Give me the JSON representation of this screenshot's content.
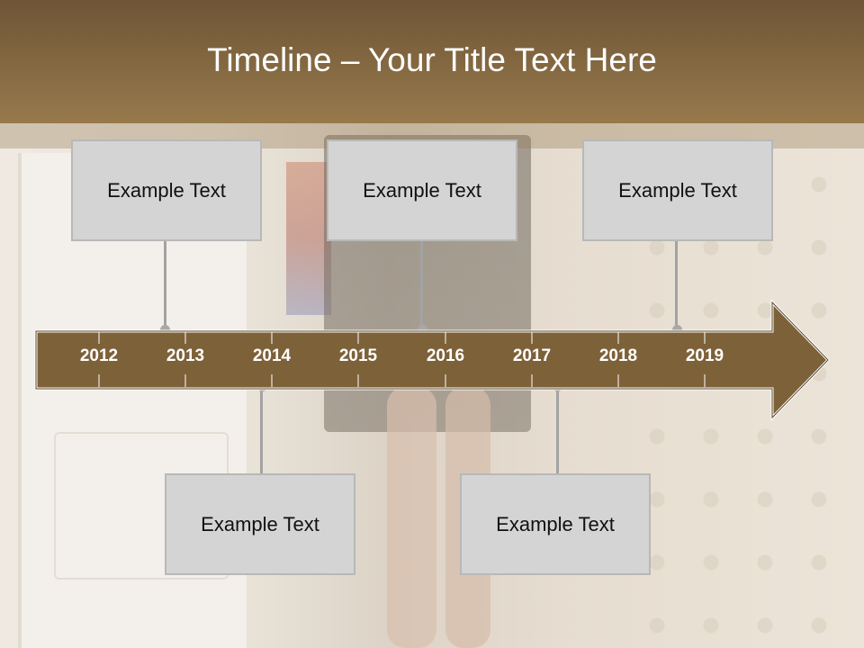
{
  "slide": {
    "title": "Timeline – Your Title Text Here"
  },
  "timeline": {
    "years": [
      "2012",
      "2013",
      "2014",
      "2015",
      "2016",
      "2017",
      "2018",
      "2019"
    ],
    "events_top": [
      {
        "label": "Example Text"
      },
      {
        "label": "Example Text"
      },
      {
        "label": "Example Text"
      }
    ],
    "events_bottom": [
      {
        "label": "Example Text"
      },
      {
        "label": "Example Text"
      }
    ]
  },
  "colors": {
    "header": "#7f6440",
    "arrow_fill": "#7d6139",
    "box_fill": "#d4d4d4",
    "year_text": "#ffffff"
  }
}
